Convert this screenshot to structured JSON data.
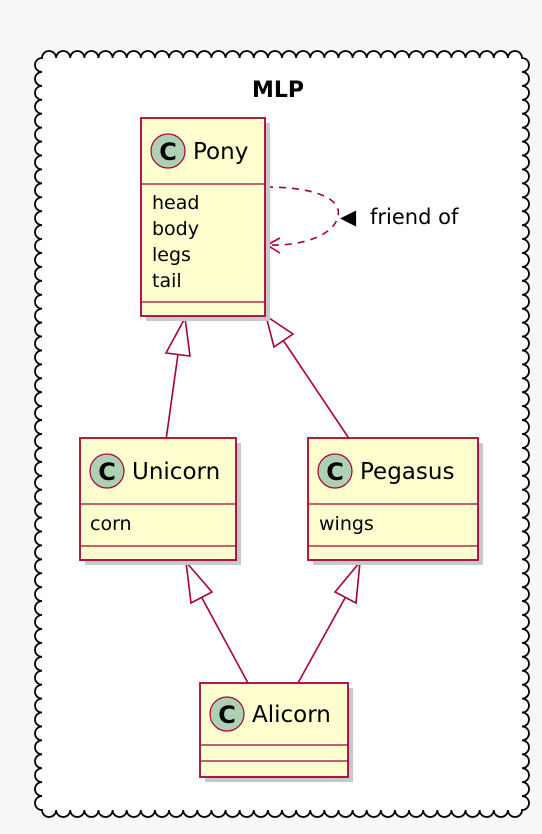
{
  "package": {
    "name": "MLP"
  },
  "classes": [
    {
      "id": "pony",
      "name": "Pony",
      "stereotype_letter": "C",
      "attributes": [
        "head",
        "body",
        "legs",
        "tail"
      ]
    },
    {
      "id": "unicorn",
      "name": "Unicorn",
      "stereotype_letter": "C",
      "attributes": [
        "corn"
      ]
    },
    {
      "id": "pegasus",
      "name": "Pegasus",
      "stereotype_letter": "C",
      "attributes": [
        "wings"
      ]
    },
    {
      "id": "alicorn",
      "name": "Alicorn",
      "stereotype_letter": "C",
      "attributes": []
    }
  ],
  "relations": [
    {
      "type": "inheritance",
      "from": "unicorn",
      "to": "pony"
    },
    {
      "type": "inheritance",
      "from": "pegasus",
      "to": "pony"
    },
    {
      "type": "inheritance",
      "from": "alicorn",
      "to": "unicorn"
    },
    {
      "type": "inheritance",
      "from": "alicorn",
      "to": "pegasus"
    },
    {
      "type": "dependency",
      "from": "pony",
      "to": "pony",
      "label": "friend of",
      "direction_marker": "◀"
    }
  ],
  "colors": {
    "class_fill": "#fefece",
    "class_border": "#a80036",
    "stereotype_circle": "#add1b2",
    "background": "#f7f7f8"
  }
}
